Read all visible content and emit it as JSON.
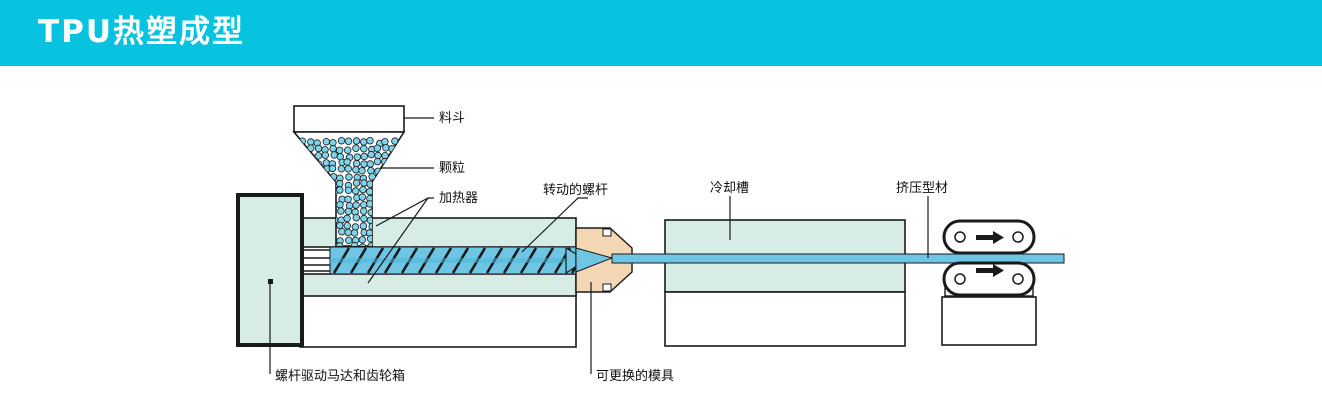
{
  "header": {
    "title": "TPU热塑成型",
    "background_color": "#07c3df"
  },
  "diagram": {
    "labels": {
      "hopper": "料斗",
      "pellets": "颗粒",
      "heater": "加热器",
      "screw": "转动的螺杆",
      "cooling_tank": "冷却槽",
      "extrusion": "挤压型材",
      "motor": "螺杆驱动马达和齿轮箱",
      "die": "可更换的模具"
    },
    "colors": {
      "body_fill": "#d7ece4",
      "melt_blue": "#6fc6e4",
      "pellet_blue": "#7fd3ea",
      "die_fill": "#f3d7b4",
      "outline": "#1a1a1a"
    }
  }
}
